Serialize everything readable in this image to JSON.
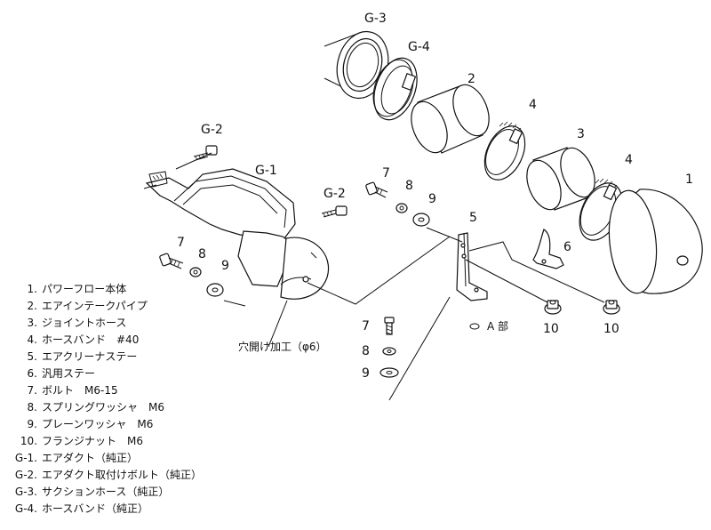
{
  "callouts": {
    "g3": "G-3",
    "g4": "G-4",
    "g2a": "G-2",
    "g1": "G-1",
    "g2b": "G-2",
    "n2": "2",
    "n4a": "4",
    "n3": "3",
    "n4b": "4",
    "n1": "1",
    "n7a": "7",
    "n8a": "8",
    "n9a": "9",
    "n5": "5",
    "n6": "6",
    "n7b": "7",
    "n8b": "8",
    "n9b": "9",
    "n10a": "10",
    "n10b": "10",
    "n7c": "7",
    "n8c": "8",
    "n9c": "9"
  },
  "notes": {
    "hole": "穴開け加工（φ6）",
    "detail_a": "A 部"
  },
  "legend": [
    {
      "num": "1.",
      "text": "パワーフロー本体"
    },
    {
      "num": "2.",
      "text": "エアインテークパイプ"
    },
    {
      "num": "3.",
      "text": "ジョイントホース"
    },
    {
      "num": "4.",
      "text": "ホースバンド　#40"
    },
    {
      "num": "5.",
      "text": "エアクリーナステー"
    },
    {
      "num": "6.",
      "text": "汎用ステー"
    },
    {
      "num": "7.",
      "text": "ボルト　M6-15"
    },
    {
      "num": "8.",
      "text": "スプリングワッシャ　M6"
    },
    {
      "num": "9.",
      "text": "プレーンワッシャ　M6"
    },
    {
      "num": "10.",
      "text": "フランジナット　M6"
    },
    {
      "num": "G-1.",
      "text": "エアダクト（純正）"
    },
    {
      "num": "G-2.",
      "text": "エアダクト取付けボルト（純正）"
    },
    {
      "num": "G-3.",
      "text": "サクションホース（純正）"
    },
    {
      "num": "G-4.",
      "text": "ホースバンド（純正）"
    }
  ]
}
